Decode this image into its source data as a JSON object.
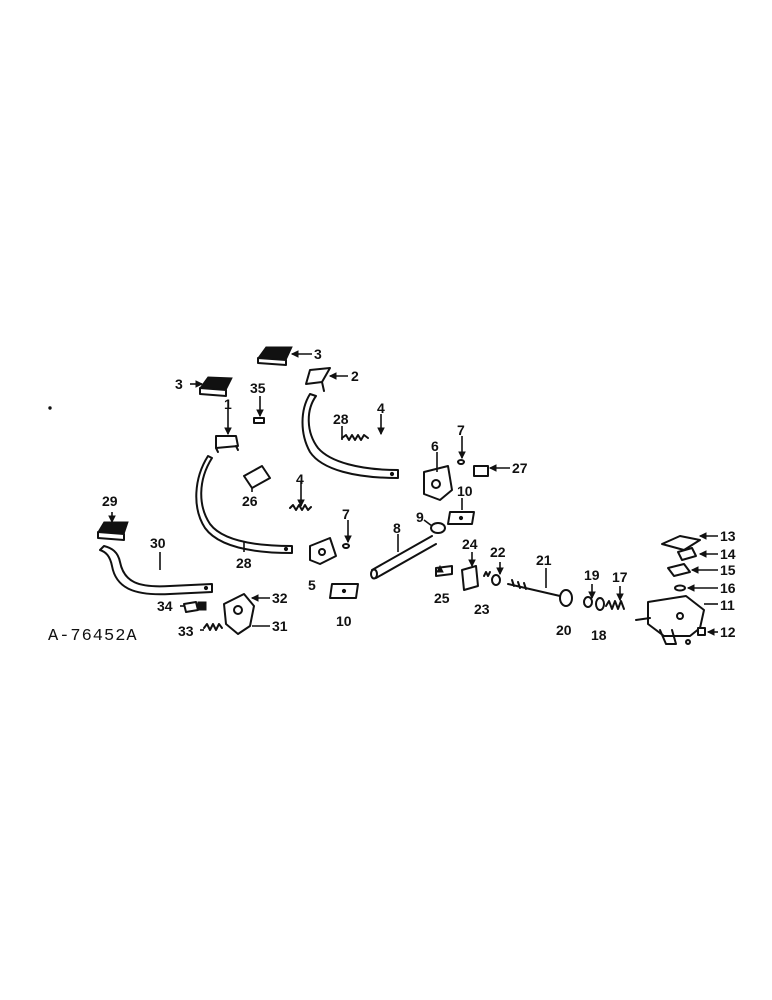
{
  "drawing_number": "A-76452A",
  "callouts": {
    "c1": "1",
    "c2": "2",
    "c3a": "3",
    "c3b": "3",
    "c4a": "4",
    "c4b": "4",
    "c5": "5",
    "c6": "6",
    "c7a": "7",
    "c7b": "7",
    "c8": "8",
    "c9": "9",
    "c10a": "10",
    "c10b": "10",
    "c11": "11",
    "c12": "12",
    "c13": "13",
    "c14": "14",
    "c15": "15",
    "c16": "16",
    "c17": "17",
    "c18": "18",
    "c19": "19",
    "c20": "20",
    "c21": "21",
    "c22": "22",
    "c23": "23",
    "c24": "24",
    "c25": "25",
    "c26": "26",
    "c27": "27",
    "c28a": "28",
    "c28b": "28",
    "c29": "29",
    "c30": "30",
    "c31": "31",
    "c32": "32",
    "c33": "33",
    "c34": "34",
    "c35": "35"
  }
}
